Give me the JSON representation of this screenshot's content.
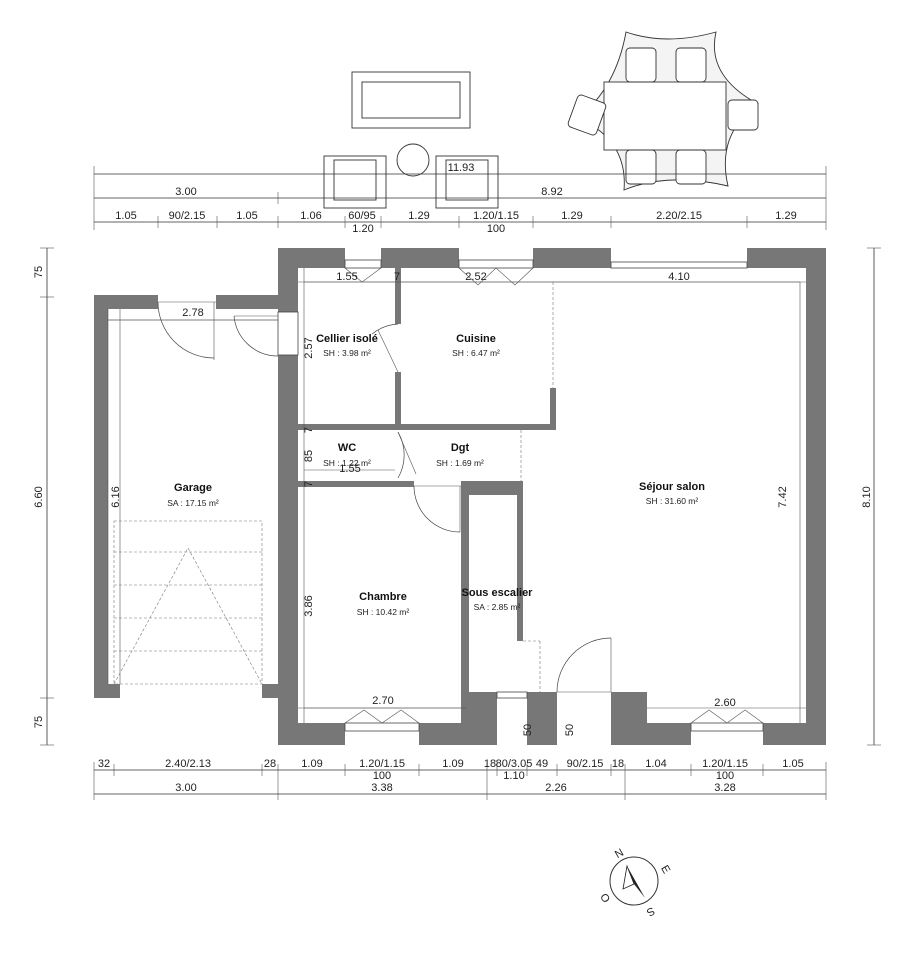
{
  "dimensions_top": {
    "row1": {
      "total": "11.93"
    },
    "row2": {
      "left": "3.00",
      "right": "8.92"
    },
    "row3": [
      "1.05",
      "90/2.15",
      "1.05",
      "1.06",
      "60/95",
      "1.29",
      "1.20/1.15",
      "1.29",
      "2.20/2.15",
      "1.29"
    ],
    "row3_sub": [
      "1.20",
      "100"
    ]
  },
  "dimensions_bottom": {
    "row1": [
      "32",
      "2.40/2.13",
      "28",
      "1.09",
      "1.20/1.15",
      "1.09",
      "18",
      "80/3.05",
      "49",
      "90/2.15",
      "18",
      "1.04",
      "1.20/1.15",
      "1.05"
    ],
    "row1_sub": [
      "100",
      "1.10",
      "100"
    ],
    "row2": [
      "3.00",
      "3.38",
      "2.26",
      "3.28"
    ]
  },
  "dimensions_left": [
    "75",
    "6.60",
    "75"
  ],
  "dimensions_right": "8.10",
  "interior_dimensions": {
    "garage_width": "2.78",
    "garage_depth": "6.16",
    "cellier_width": "1.55",
    "wall_7a": "7",
    "cuisine_width": "2.52",
    "sejour_width": "4.10",
    "cellier_depth": "2.57",
    "wc_depth": "85",
    "wall_7b": "7",
    "wall_7c": "7",
    "wc_width": "1.55",
    "chambre_depth": "3.86",
    "sejour_depth": "7.42",
    "chambre_width": "2.70",
    "sejour_window": "2.60",
    "step_a": "50",
    "step_b": "50"
  },
  "rooms": [
    {
      "name": "Garage",
      "area": "SA : 17.15 m²"
    },
    {
      "name": "Cellier isolé",
      "area": "SH : 3.98 m²"
    },
    {
      "name": "Cuisine",
      "area": "SH : 6.47 m²"
    },
    {
      "name": "WC",
      "area": "SH : 1.22 m²"
    },
    {
      "name": "Dgt",
      "area": "SH : 1.69 m²"
    },
    {
      "name": "Séjour salon",
      "area": "SH : 31.60 m²"
    },
    {
      "name": "Chambre",
      "area": "SH : 10.42 m²"
    },
    {
      "name": "Sous escalier",
      "area": "SA : 2.85 m²"
    }
  ],
  "compass": {
    "n": "N",
    "e": "E",
    "s": "S",
    "o": "O"
  }
}
